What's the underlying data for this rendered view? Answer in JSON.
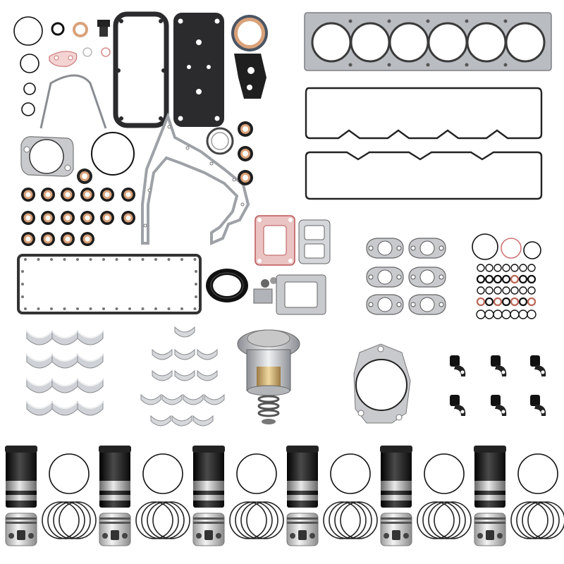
{
  "image": {
    "subject": "engine-overhaul-kit",
    "background": "#ffffff"
  },
  "palette": {
    "gasket_steel": "#b9bcc0",
    "gasket_dark": "#2b2b2d",
    "rubber": "#111111",
    "seal_orange": "#d9a27a",
    "gasket_pink": "#d98f8f",
    "bearing_silver": "#cfd2d6",
    "brass": "#caa86a",
    "liner_dark": "#1a1a1a"
  },
  "counts": {
    "cylinder_liners": 6,
    "pistons": 6,
    "ring_sets": 6,
    "injector_sleeves": 6,
    "head_cylinders": 6
  }
}
